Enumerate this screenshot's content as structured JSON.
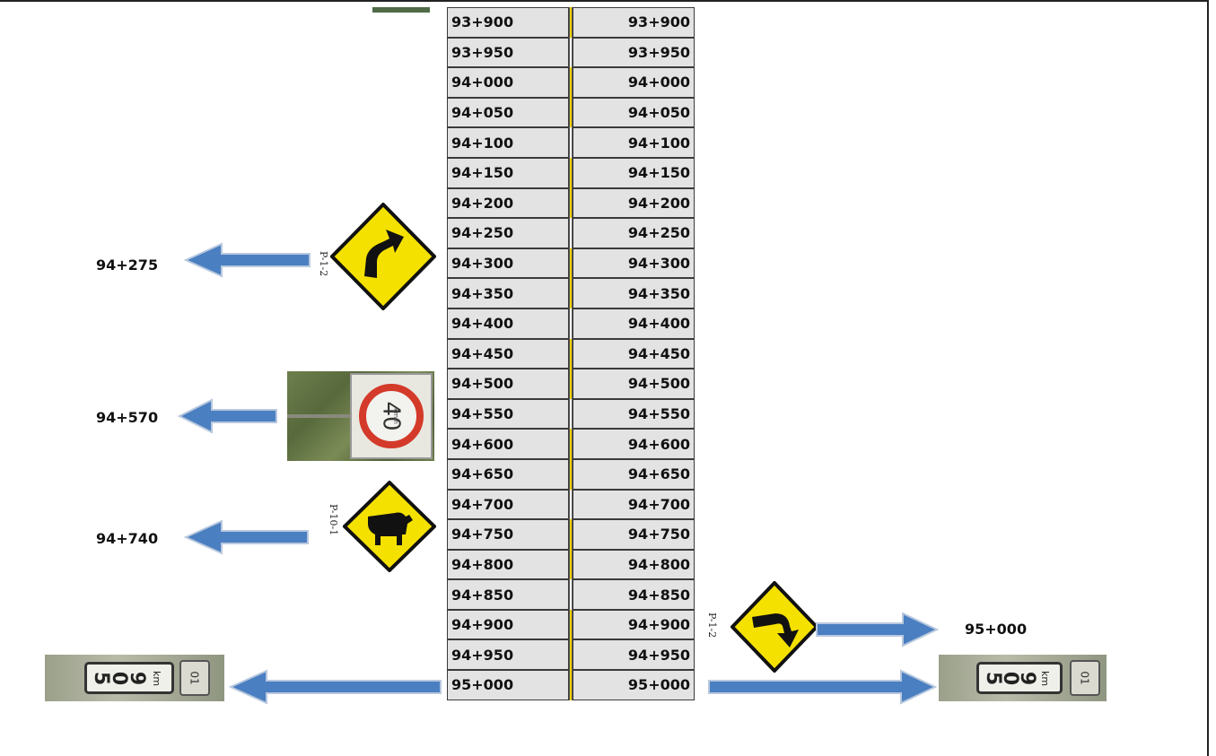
{
  "stations": [
    "93+900",
    "93+950",
    "94+000",
    "94+050",
    "94+100",
    "94+150",
    "94+200",
    "94+250",
    "94+300",
    "94+350",
    "94+400",
    "94+450",
    "94+500",
    "94+550",
    "94+600",
    "94+650",
    "94+700",
    "94+750",
    "94+800",
    "94+850",
    "94+900",
    "94+950",
    "95+000"
  ],
  "center_line": [
    "yellow",
    "white",
    "yellow",
    "yellow",
    "white",
    "yellow",
    "yellow",
    "white",
    "yellow",
    "yellow",
    "white",
    "yellow",
    "yellow",
    "white",
    "yellow",
    "yellow",
    "white",
    "yellow",
    "yellow",
    "white",
    "yellow",
    "yellow",
    "yellow"
  ],
  "markers": {
    "curve_left": {
      "station": "94+275",
      "code": "P-1-2",
      "icon": "curve-ahead-sign-icon"
    },
    "speed": {
      "station": "94+570",
      "limit": "40",
      "unit": "km/h",
      "icon": "speed-limit-sign-icon"
    },
    "cattle": {
      "station": "94+740",
      "code": "P-10-1",
      "icon": "cattle-crossing-sign-icon"
    },
    "curve_right": {
      "station": "95+000",
      "code": "P-1-2",
      "icon": "curve-ahead-sign-icon"
    },
    "km_post": {
      "km_label": "km",
      "digits": [
        "9",
        "0",
        "5"
      ],
      "route": "01",
      "icon": "kilometer-post-icon"
    }
  },
  "colors": {
    "arrow": "#4a7fc1",
    "sign_yellow": "#f5e100",
    "lane_yellow": "#f2d200",
    "cell": "#e3e3e3",
    "speed_ring": "#d43a2a"
  }
}
